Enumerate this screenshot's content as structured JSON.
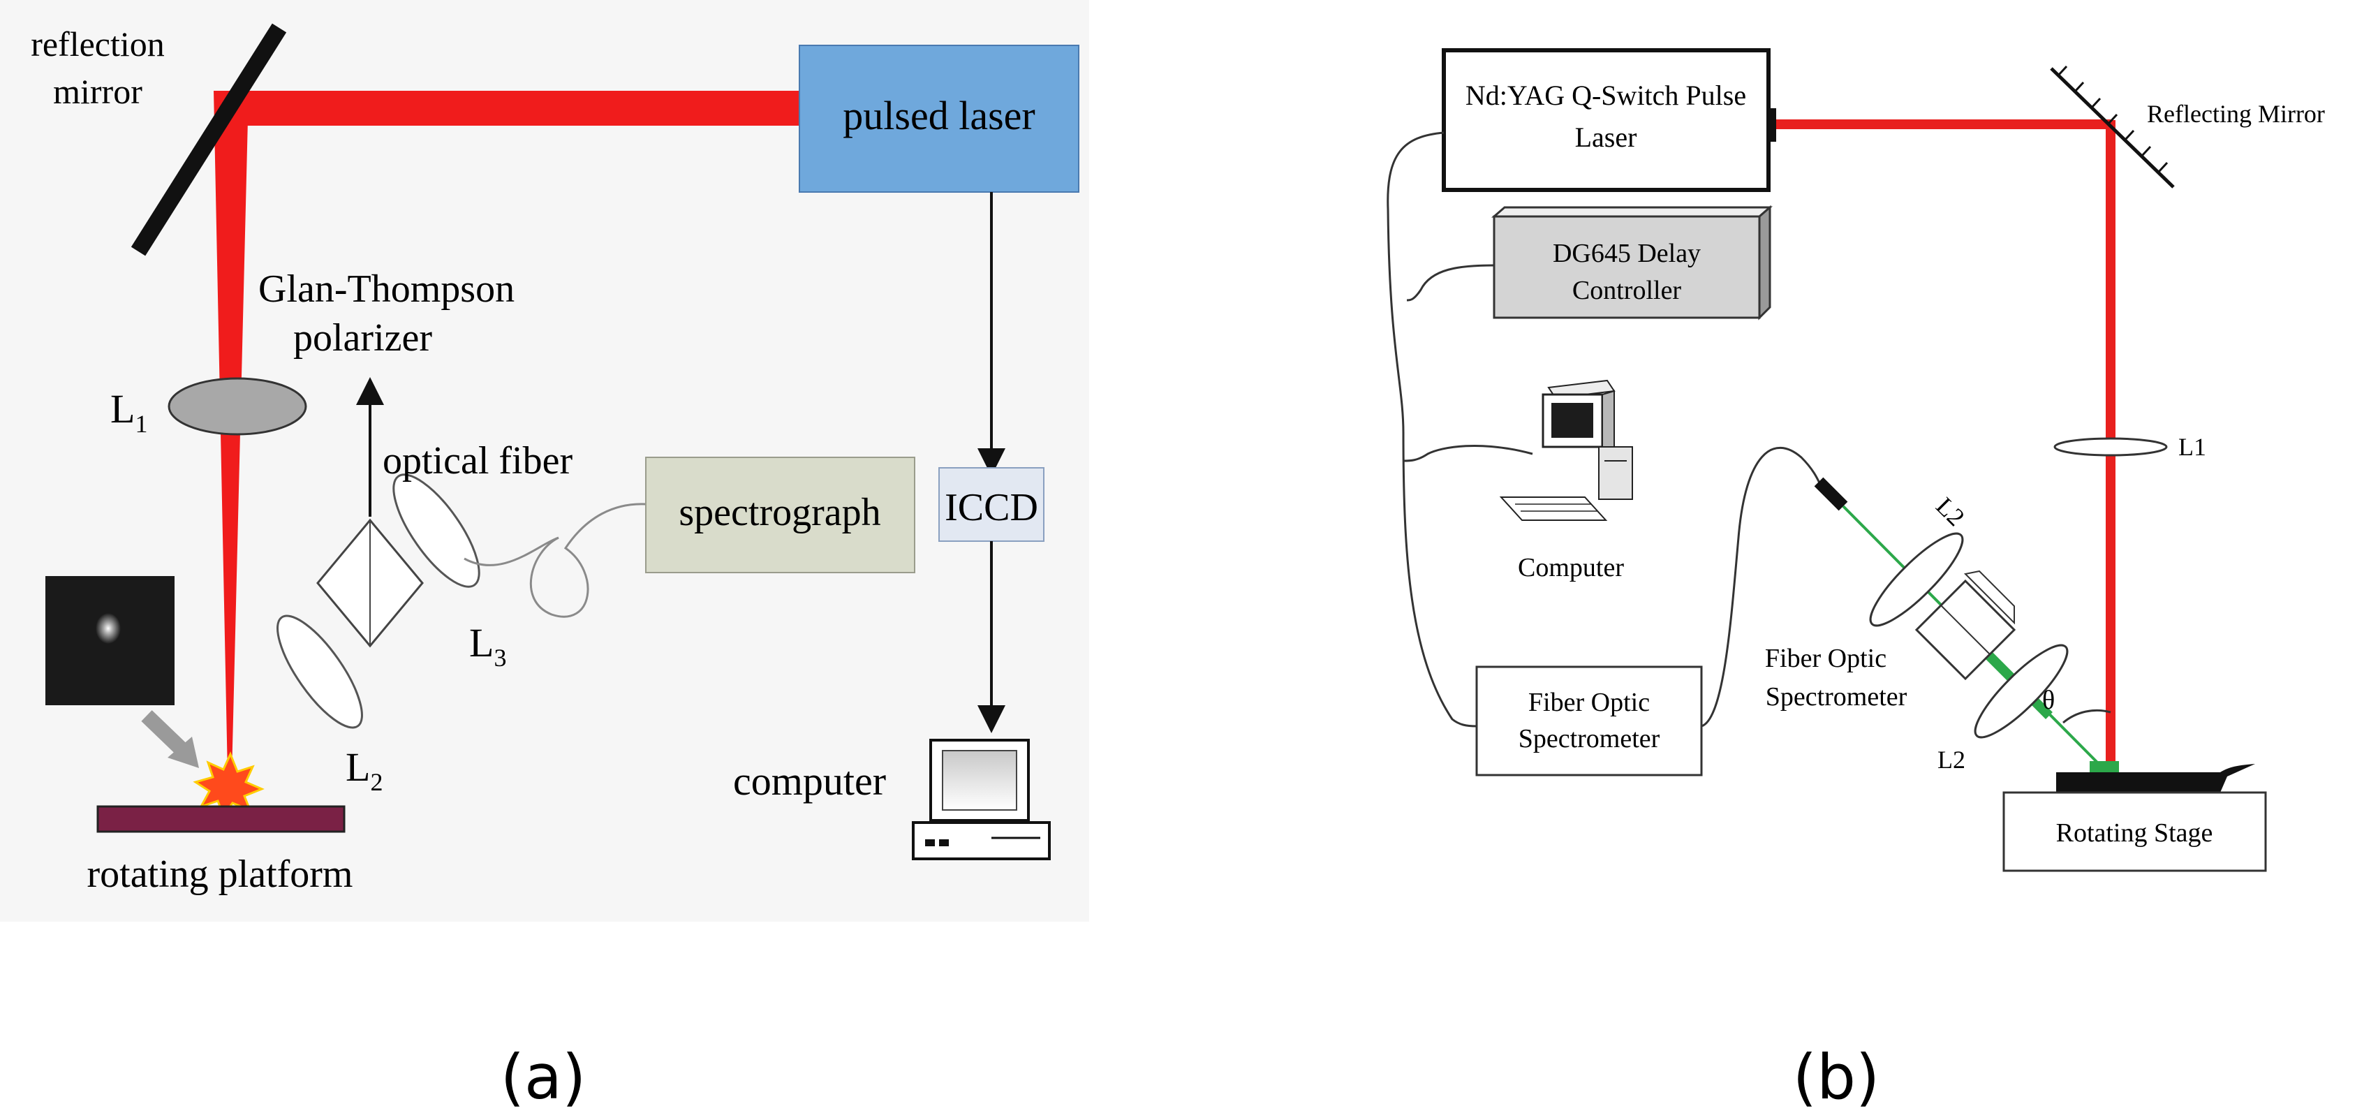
{
  "panel_a": {
    "caption": "(a)",
    "labels": {
      "reflection_mirror_line1": "reflection",
      "reflection_mirror_line2": "mirror",
      "pulsed_laser": "pulsed laser",
      "polarizer_line1": "Glan-Thompson",
      "polarizer_line2": "polarizer",
      "l1": "L",
      "l1_sub": "1",
      "l2": "L",
      "l2_sub": "2",
      "l3": "L",
      "l3_sub": "3",
      "optical_fiber": "optical fiber",
      "spectrograph": "spectrograph",
      "iccd": "ICCD",
      "computer": "computer",
      "rotating_platform": "rotating platform"
    },
    "colors": {
      "beam": "#f01c1c",
      "laser_box": "#6fa8dc",
      "spectrograph_box": "#d9dccb",
      "platform": "#7a2145",
      "background": "#f6f6f6"
    }
  },
  "panel_b": {
    "caption": "(b)",
    "labels": {
      "laser_line1": "Nd:YAG Q-Switch Pulse",
      "laser_line2": "Laser",
      "reflecting_mirror": "Reflecting Mirror",
      "delay_line1": "DG645 Delay",
      "delay_line2": "Controller",
      "computer": "Computer",
      "l1": "L1",
      "l2_top": "L2",
      "l2_bottom": "L2",
      "spectrometer_side_line1": "Fiber Optic",
      "spectrometer_side_line2": "Spectrometer",
      "spectrometer_box_line1": "Fiber Optic",
      "spectrometer_box_line2": "Spectrometer",
      "theta": "θ",
      "rotating_stage": "Rotating Stage"
    },
    "colors": {
      "beam": "#e8201e",
      "collection": "#2ca84a",
      "delay_box": "#d4d4d4"
    }
  }
}
